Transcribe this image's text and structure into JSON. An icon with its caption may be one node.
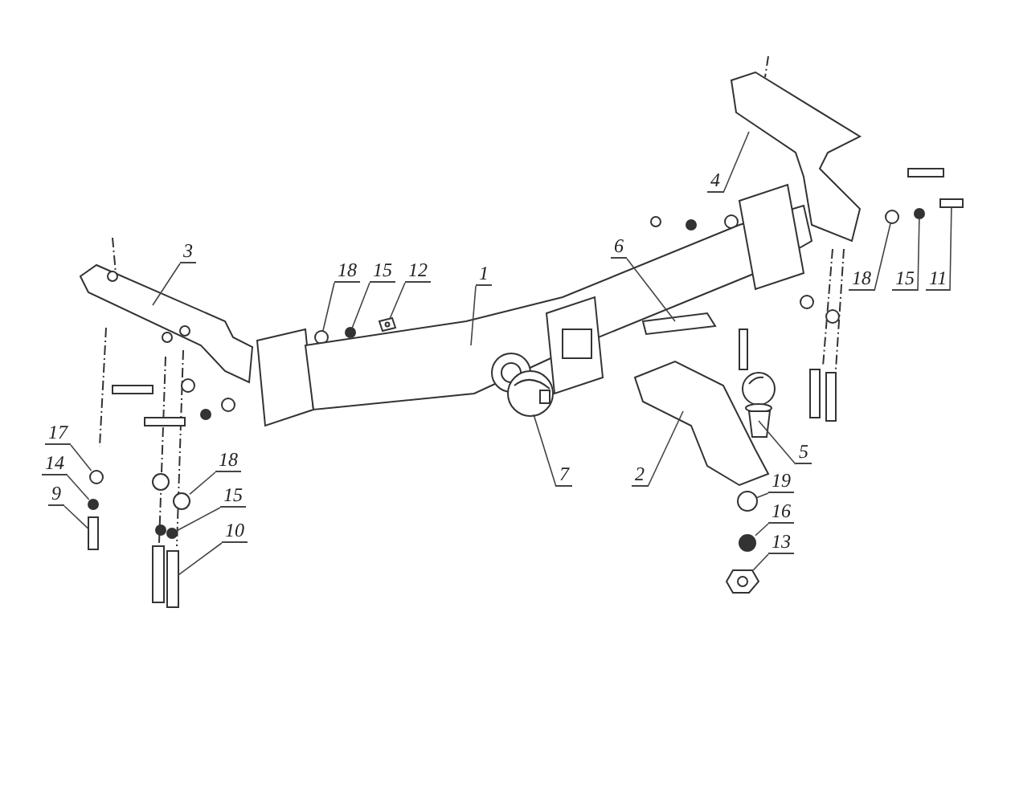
{
  "diagram": {
    "nodes": [
      {
        "text": [
          "3"
        ]
      },
      {
        "text": [
          "18"
        ]
      },
      {
        "text": [
          "15"
        ]
      },
      {
        "text": [
          "12"
        ]
      },
      {
        "text": [
          "1"
        ]
      },
      {
        "text": [
          "6"
        ]
      },
      {
        "text": [
          "4"
        ]
      },
      {
        "text": [
          "18"
        ]
      },
      {
        "text": [
          "15"
        ]
      },
      {
        "text": [
          "11"
        ]
      },
      {
        "text": [
          "17"
        ]
      },
      {
        "text": [
          "14"
        ]
      },
      {
        "text": [
          "9"
        ]
      },
      {
        "text": [
          "18"
        ]
      },
      {
        "text": [
          "15"
        ]
      },
      {
        "text": [
          "10"
        ]
      },
      {
        "text": [
          "7"
        ]
      },
      {
        "text": [
          "2"
        ]
      },
      {
        "text": [
          "5"
        ]
      },
      {
        "text": [
          "19"
        ]
      },
      {
        "text": [
          "16"
        ]
      },
      {
        "text": [
          "13"
        ]
      },
      {
        "text": [],
        "shape": "picture"
      },
      {
        "text": [],
        "shape": "circle"
      },
      {
        "text": [],
        "shape": "circle"
      },
      {
        "text": [],
        "shape": "picture"
      },
      {
        "text": [],
        "shape": "picture"
      },
      {
        "text": [],
        "shape": "picture"
      },
      {
        "text": [],
        "shape": "picture"
      },
      {
        "text": [],
        "shape": "circle"
      },
      {
        "text": [],
        "shape": "circle"
      },
      {
        "text": [],
        "shape": "box"
      },
      {
        "text": [],
        "shape": "circle"
      },
      {
        "text": [],
        "shape": "circle"
      },
      {
        "text": [],
        "shape": "box"
      },
      {
        "text": [],
        "shape": "circle"
      },
      {
        "text": [],
        "shape": "circle"
      },
      {
        "text": [],
        "shape": "box"
      },
      {
        "text": [],
        "shape": "picture"
      },
      {
        "text": [],
        "shape": "picture"
      },
      {
        "text": [],
        "shape": "picture"
      },
      {
        "text": [],
        "shape": "circle"
      },
      {
        "text": [],
        "shape": "circle"
      },
      {
        "text": [],
        "shape": "picture"
      }
    ],
    "edges": [
      {
        "from": 0,
        "to": 22,
        "arrow": "none"
      },
      {
        "from": 1,
        "to": 23,
        "arrow": "none"
      },
      {
        "from": 2,
        "to": 24,
        "arrow": "none"
      },
      {
        "from": 3,
        "to": 25,
        "arrow": "none"
      },
      {
        "from": 4,
        "to": 26,
        "arrow": "none"
      },
      {
        "from": 5,
        "to": 27,
        "arrow": "none"
      },
      {
        "from": 6,
        "to": 28,
        "arrow": "none"
      },
      {
        "from": 7,
        "to": 29,
        "arrow": "none"
      },
      {
        "from": 8,
        "to": 30,
        "arrow": "none"
      },
      {
        "from": 9,
        "to": 31,
        "arrow": "none"
      },
      {
        "from": 10,
        "to": 32,
        "arrow": "none"
      },
      {
        "from": 11,
        "to": 33,
        "arrow": "none"
      },
      {
        "from": 12,
        "to": 34,
        "arrow": "none"
      },
      {
        "from": 13,
        "to": 35,
        "arrow": "none"
      },
      {
        "from": 14,
        "to": 36,
        "arrow": "none"
      },
      {
        "from": 15,
        "to": 37,
        "arrow": "none"
      },
      {
        "from": 16,
        "to": 38,
        "arrow": "none"
      },
      {
        "from": 17,
        "to": 39,
        "arrow": "none"
      },
      {
        "from": 18,
        "to": 40,
        "arrow": "none"
      },
      {
        "from": 19,
        "to": 41,
        "arrow": "none"
      },
      {
        "from": 20,
        "to": 42,
        "arrow": "none"
      },
      {
        "from": 21,
        "to": 43,
        "arrow": "none"
      }
    ]
  }
}
